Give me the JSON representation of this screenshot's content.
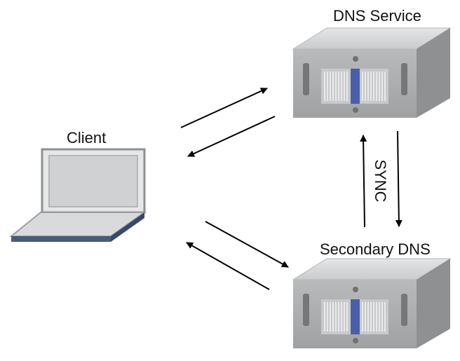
{
  "diagram": {
    "labels": {
      "client": "Client",
      "dns_service": "DNS Service",
      "secondary_dns": "Secondary DNS",
      "sync": "SYNC"
    },
    "nodes": [
      {
        "id": "client",
        "icon": "laptop-icon"
      },
      {
        "id": "dns_service",
        "icon": "server-icon"
      },
      {
        "id": "secondary_dns",
        "icon": "server-icon"
      }
    ],
    "edges": [
      {
        "from": "client",
        "to": "dns_service"
      },
      {
        "from": "dns_service",
        "to": "client"
      },
      {
        "from": "client",
        "to": "secondary_dns"
      },
      {
        "from": "secondary_dns",
        "to": "client"
      },
      {
        "from": "secondary_dns",
        "to": "dns_service",
        "label": "SYNC"
      },
      {
        "from": "dns_service",
        "to": "secondary_dns",
        "label": "SYNC"
      }
    ],
    "colors": {
      "server_front": "#a9abad",
      "server_top": "#d4d6d8",
      "server_side": "#8e9092",
      "accent": "#4a5fa8",
      "laptop_base": "#4a5a7a",
      "laptop_screen": "#d0d1d3",
      "arrow": "#000000"
    }
  }
}
